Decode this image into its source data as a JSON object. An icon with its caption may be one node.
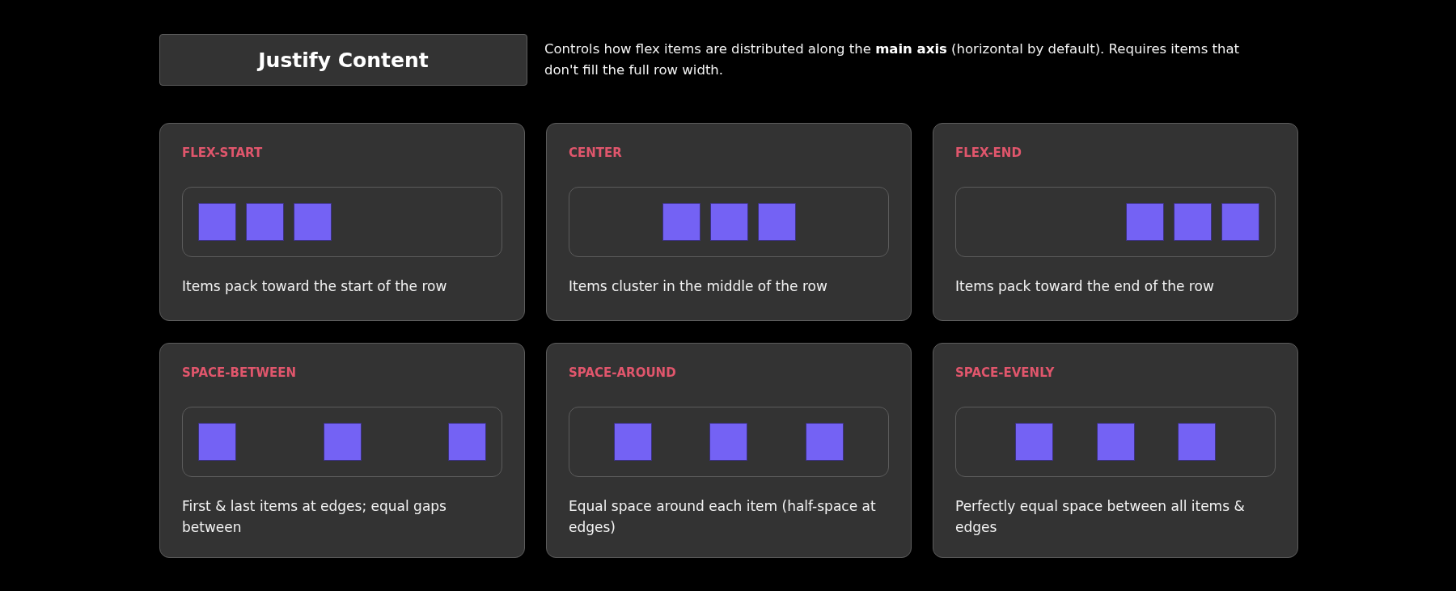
{
  "diagram": {
    "title": "Justify Content",
    "nodes": [
      {
        "text": [
          "FLEX-START",
          "Items pack toward the start of the row"
        ]
      },
      {
        "text": [],
        "shape": "box",
        "in": 0
      },
      {
        "text": [],
        "shape": "box",
        "in": 1
      },
      {
        "text": [],
        "shape": "box",
        "in": 1
      },
      {
        "text": [],
        "shape": "box",
        "in": 1
      },
      {
        "text": [
          "CENTER",
          "Items cluster in the middle of the row"
        ]
      },
      {
        "text": [],
        "shape": "box",
        "in": 5
      },
      {
        "text": [],
        "shape": "box",
        "in": 6
      },
      {
        "text": [],
        "shape": "box",
        "in": 6
      },
      {
        "text": [],
        "shape": "box",
        "in": 6
      },
      {
        "text": [
          "FLEX-END",
          "Items pack toward the end of the row"
        ]
      },
      {
        "text": [],
        "shape": "box",
        "in": 10
      },
      {
        "text": [],
        "shape": "box",
        "in": 11
      },
      {
        "text": [],
        "shape": "box",
        "in": 11
      },
      {
        "text": [],
        "shape": "box",
        "in": 11
      },
      {
        "text": [
          "SPACE-BETWEEN",
          "First & last items at edges; equal gaps between"
        ]
      },
      {
        "text": [],
        "shape": "box",
        "in": 15
      },
      {
        "text": [],
        "shape": "box",
        "in": 16
      },
      {
        "text": [],
        "shape": "box",
        "in": 16
      },
      {
        "text": [],
        "shape": "box",
        "in": 16
      },
      {
        "text": [
          "SPACE-AROUND",
          "Equal space around each item (half-space at edges)"
        ]
      },
      {
        "text": [],
        "shape": "box",
        "in": 20
      },
      {
        "text": [],
        "shape": "box",
        "in": 21
      },
      {
        "text": [],
        "shape": "box",
        "in": 21
      },
      {
        "text": [],
        "shape": "box",
        "in": 21
      },
      {
        "text": [
          "SPACE-EVENLY",
          "Perfectly equal space between all items & edges"
        ]
      },
      {
        "text": [],
        "shape": "box",
        "in": 25
      },
      {
        "text": [],
        "shape": "box",
        "in": 26
      },
      {
        "text": [],
        "shape": "box",
        "in": 26
      },
      {
        "text": [],
        "shape": "box",
        "in": 26
      }
    ],
    "labels": [
      "Controls how flex items are distributed along the **main axis** (horizontal by default). Requires items that don't fill the full row width."
    ]
  }
}
